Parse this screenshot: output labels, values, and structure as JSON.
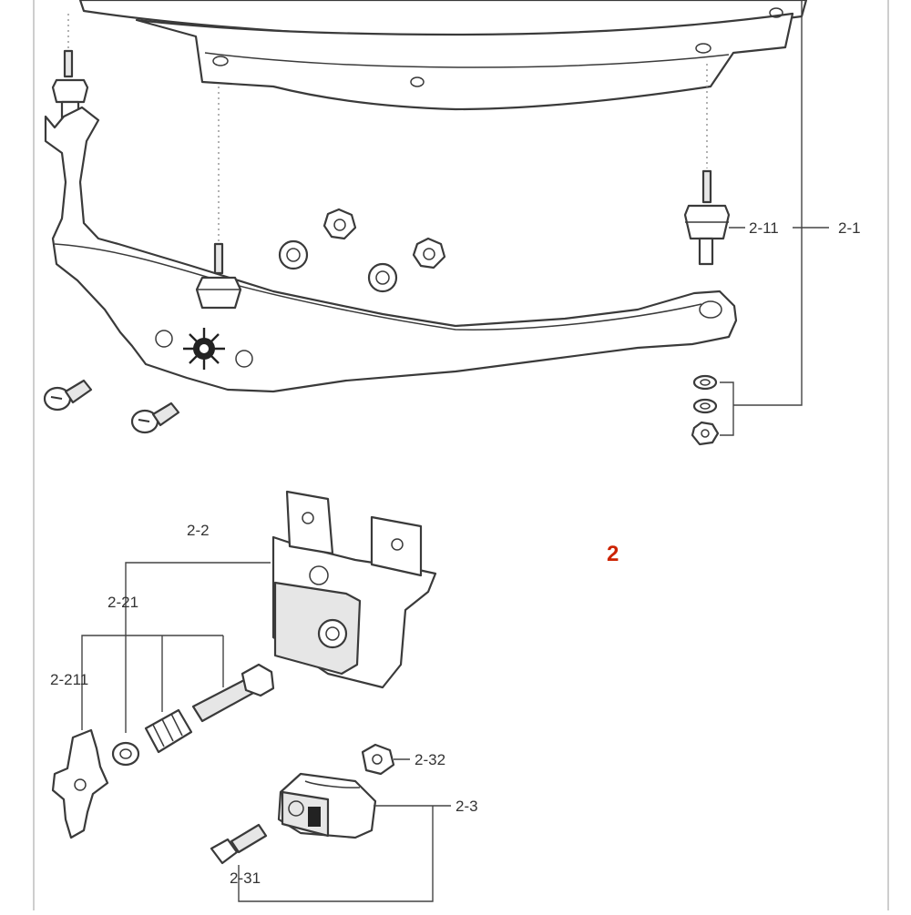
{
  "diagram": {
    "section_number": "2",
    "accent_color": "#cc2200",
    "labels": {
      "l_2_1": "2-1",
      "l_2_11": "2-11",
      "l_2_2": "2-2",
      "l_2_21": "2-21",
      "l_2_211": "2-211",
      "l_2_3": "2-3",
      "l_2_31": "2-31",
      "l_2_32": "2-32"
    }
  }
}
